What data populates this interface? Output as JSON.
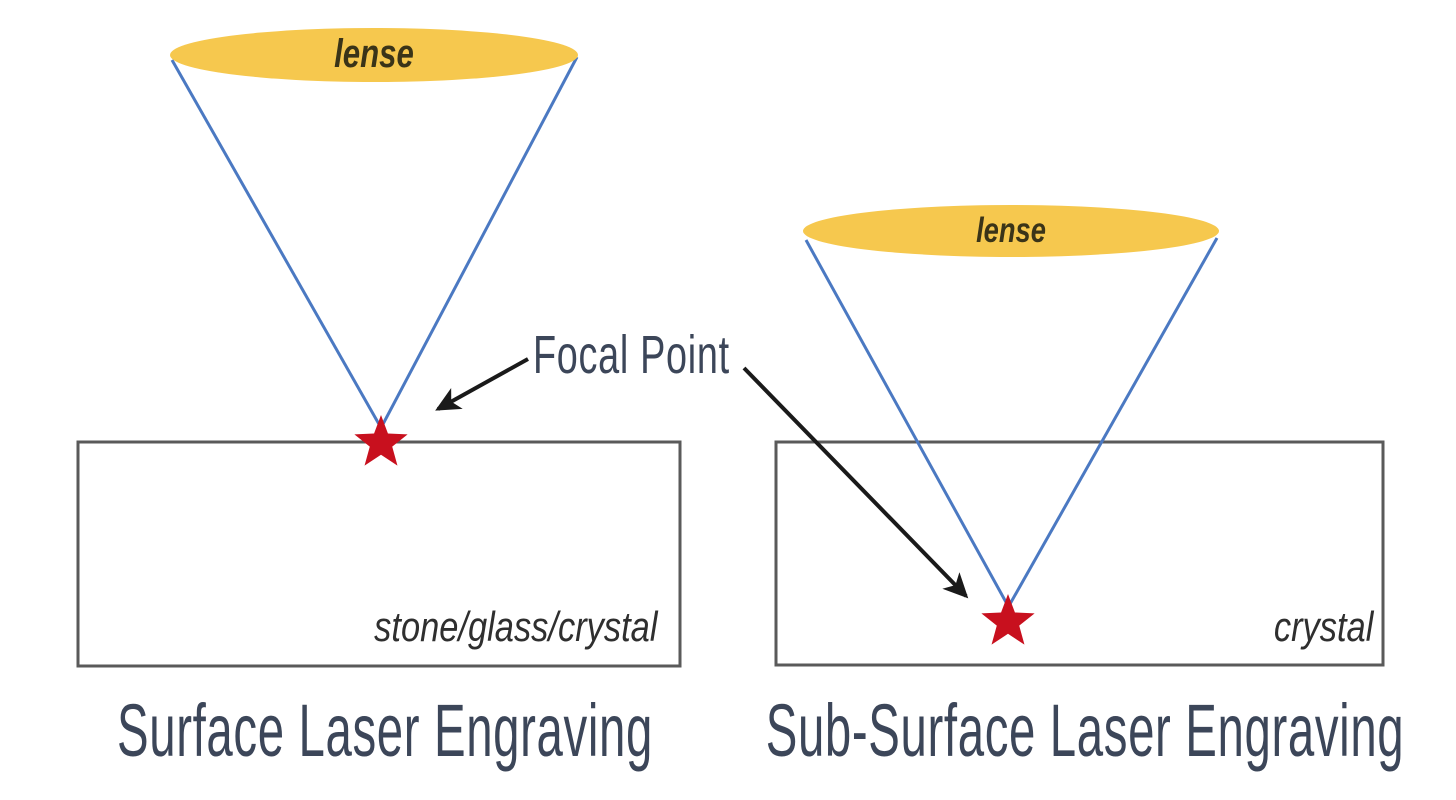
{
  "diagram": {
    "focal_point_label": "Focal Point",
    "panels": {
      "left": {
        "lens_label": "lense",
        "material_label": "stone/glass/crystal",
        "caption": "Surface Laser Engraving"
      },
      "right": {
        "lens_label": "lense",
        "material_label": "crystal",
        "caption": "Sub-Surface Laser Engraving"
      }
    },
    "colors": {
      "lens_fill": "#F6C84E",
      "beam_stroke": "#4B79C2",
      "star_fill": "#C8101E",
      "box_stroke": "#5A5A5A",
      "arrow": "#1A1A1A",
      "caption_text": "#3C4659",
      "material_text": "#2F2F2F",
      "lens_text": "#3A3418"
    }
  }
}
